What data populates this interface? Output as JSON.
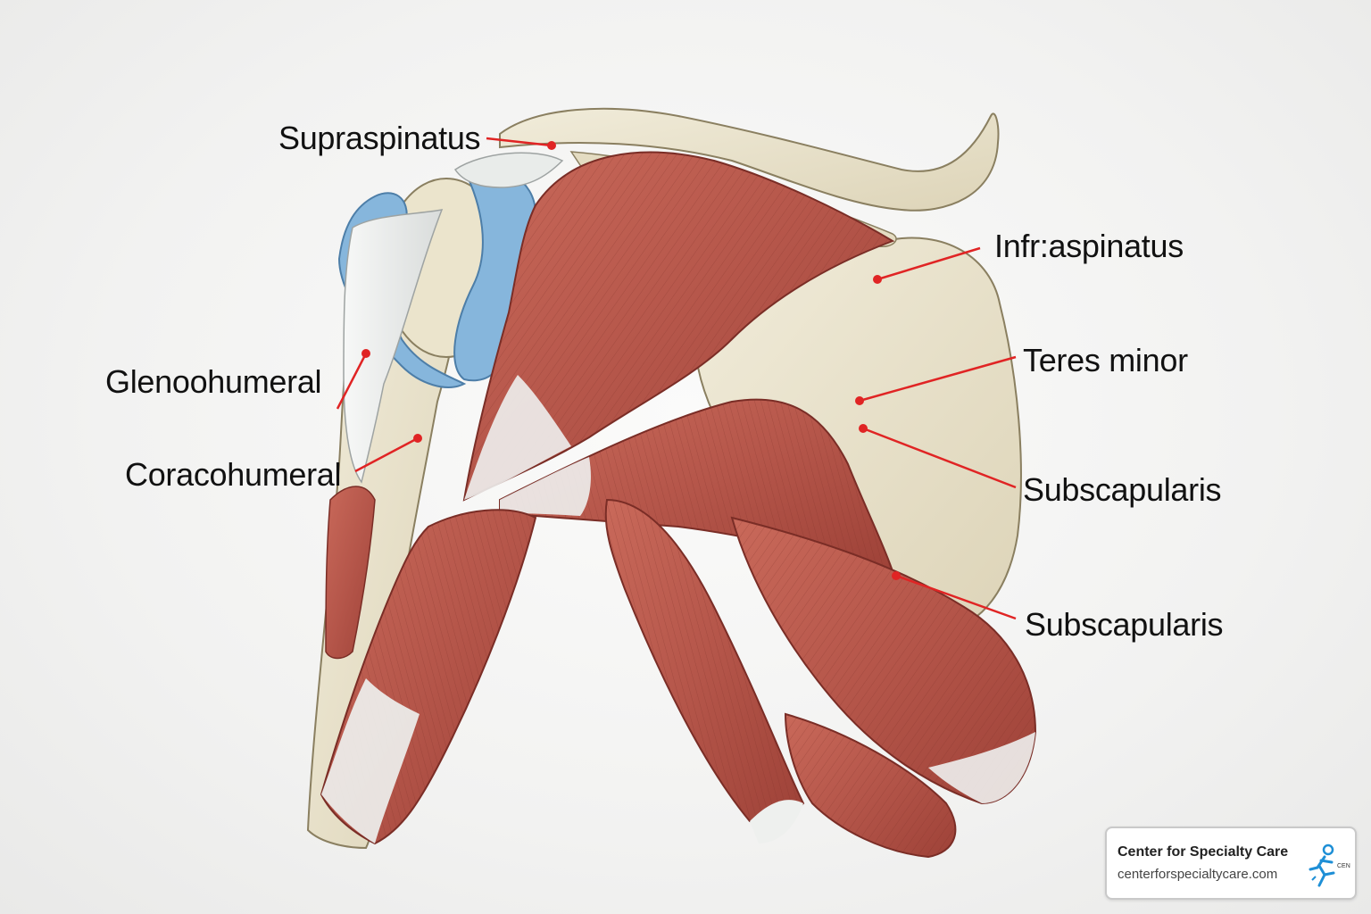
{
  "diagram": {
    "labels": {
      "supraspinatus": "Supraspinatus",
      "infraspinatus": "Infr:aspinatus",
      "teres_minor": "Teres minor",
      "subscapularis_1": "Subscapularis",
      "subscapularis_2": "Subscapularis",
      "glenohumeral": "Glenoohumeral",
      "coracohumeral": "Coracohumeral"
    },
    "colors": {
      "muscle": "#b8584a",
      "muscle_dark": "#8f3a31",
      "tendon": "#eef0ee",
      "bone": "#e8e2cc",
      "cartilage": "#7fb0d8",
      "pointer": "#e02424"
    }
  },
  "badge": {
    "name": "Center for Specialty Care",
    "url": "centerforspecialtycare.com",
    "logo_icon": "running-figure-logo-icon"
  }
}
